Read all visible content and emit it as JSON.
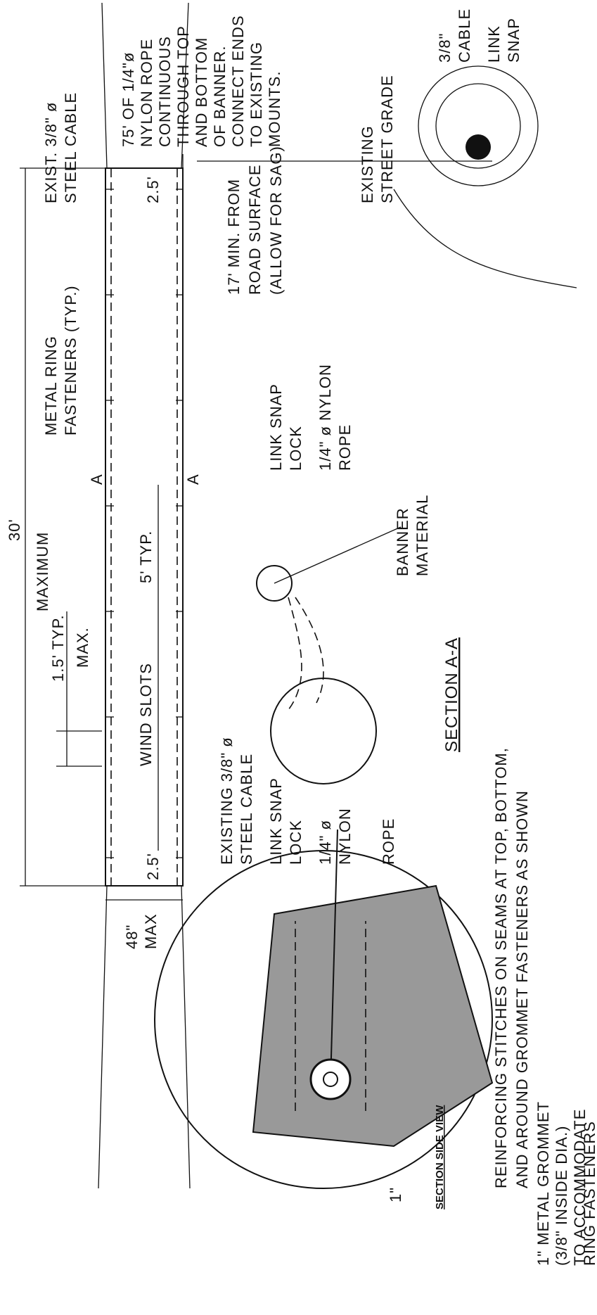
{
  "labels": {
    "overall_length": "30'",
    "maximum": "MAXIMUM",
    "fastener_spacing": "1.5' TYP.",
    "fastener_spacing_max": "MAX.",
    "wind_slots": "WIND SLOTS",
    "slot_spacing": "5' TYP.",
    "end_left": "2.5'",
    "end_right": "2.5'",
    "banner_height": "48\"",
    "banner_height_max": "MAX",
    "section_mark_left": "A",
    "section_mark_right": "A",
    "clearance": [
      "17' MIN. FROM",
      "ROAD SURFACE",
      "(ALLOW FOR SAG)"
    ],
    "grommet_detail_dim": "1\""
  },
  "callouts": {
    "metal_ring": [
      "METAL RING",
      "FASTENERS (TYP.)"
    ],
    "exist_cable": [
      "EXIST. 3/8\" ø",
      "STEEL CABLE"
    ],
    "nylon_rope": [
      "75' OF 1/4\"ø",
      "NYLON ROPE",
      "CONTINUOUS",
      "THROUGH TOP",
      "AND BOTTOM",
      "OF BANNER.",
      "CONNECT ENDS",
      "TO EXISTING",
      "MOUNTS."
    ],
    "street_grade": [
      "EXISTING",
      "STREET GRADE"
    ],
    "cable_right": [
      "3/8\"",
      "CABLE"
    ],
    "link_snap_right": [
      "LINK",
      "SNAP"
    ],
    "grommet": [
      "1\" METAL GROMMET",
      "(3/8\" INSIDE DIA.)",
      "TO ACCOMMODATE",
      "RING FASTENERS"
    ],
    "existing_cable_detail": [
      "EXISTING 3/8\" ø",
      "STEEL CABLE"
    ],
    "link_snap_detail": [
      "LINK SNAP",
      "LOCK"
    ],
    "nylon_detail": [
      "1/4\" ø",
      "NYLON"
    ],
    "rope_detail": "ROPE",
    "link_snap_section": [
      "LINK SNAP",
      "LOCK"
    ],
    "nylon_rope_section": [
      "1/4\" ø NYLON",
      "ROPE"
    ],
    "banner_material": [
      "BANNER",
      "MATERIAL"
    ]
  },
  "titles": {
    "section_aa": "SECTION A-A",
    "section_side_view": "SECTION SIDE VIEW"
  },
  "notes": {
    "reinforcing": [
      "REINFORCING STITCHES ON SEAMS AT TOP, BOTTOM,",
      "AND AROUND GROMMET FASTENERS AS SHOWN"
    ]
  }
}
